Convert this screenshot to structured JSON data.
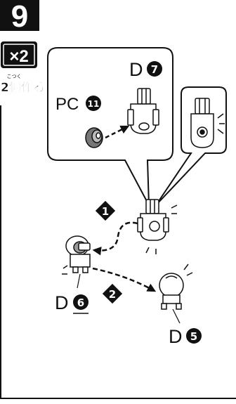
{
  "step": {
    "number": "9",
    "multiplier": "×2",
    "ruby": "こつく",
    "make_two": "2個作る"
  },
  "callouts": {
    "step_1": "1",
    "step_2": "2"
  },
  "parts": {
    "d7": {
      "letter": "D",
      "num": "7"
    },
    "pc11": {
      "letter": "PC",
      "num": "11"
    },
    "d6": {
      "letter": "D",
      "num": "6"
    },
    "d5": {
      "letter": "D",
      "num": "5"
    }
  }
}
